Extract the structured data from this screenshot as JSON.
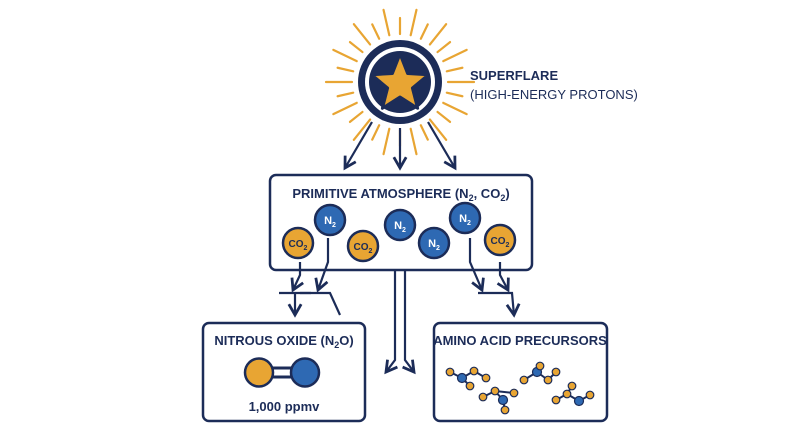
{
  "superflare": {
    "title": "SUPERFLARE",
    "subtitle": "(HIGH-ENERGY PROTONS)"
  },
  "atmosphere": {
    "title_main": "PRIMITIVE ATMOSPHERE (N",
    "title_sub1": "2",
    "title_mid": ", CO",
    "title_sub2": "2",
    "title_end": ")",
    "molecules": [
      {
        "base": "CO",
        "sub": "2",
        "kind": "co2"
      },
      {
        "base": "N",
        "sub": "2",
        "kind": "n2"
      },
      {
        "base": "CO",
        "sub": "2",
        "kind": "co2"
      },
      {
        "base": "N",
        "sub": "2",
        "kind": "n2"
      },
      {
        "base": "N",
        "sub": "2",
        "kind": "n2"
      },
      {
        "base": "N",
        "sub": "2",
        "kind": "n2"
      },
      {
        "base": "CO",
        "sub": "2",
        "kind": "co2"
      }
    ]
  },
  "nitrous": {
    "title_main": "NITROUS OXIDE (N",
    "title_sub": "2",
    "title_end": "O)",
    "value": "1,000 ppmv"
  },
  "amino": {
    "title": "AMINO ACID PRECURSORS"
  },
  "colors": {
    "navy": "#1c2c58",
    "orange": "#e8a533",
    "blue": "#2e69b3"
  }
}
